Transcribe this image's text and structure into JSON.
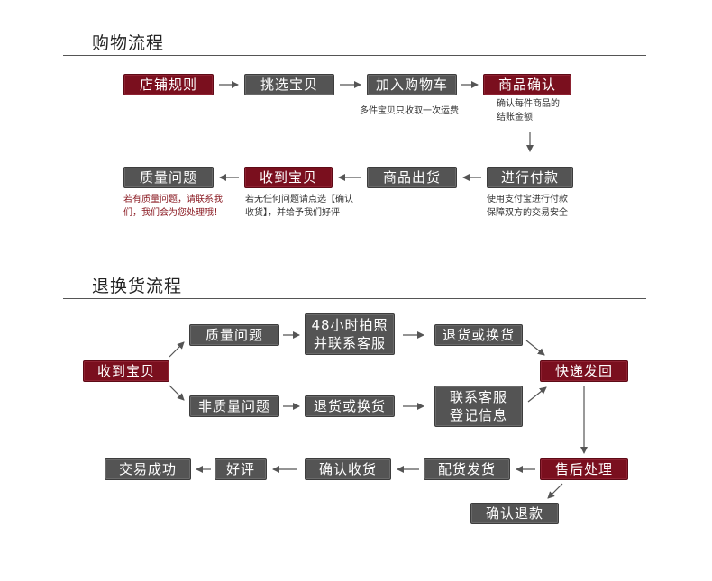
{
  "shopping": {
    "title": "购物流程",
    "boxes": {
      "store_rules": "店铺规则",
      "pick_item": "挑选宝贝",
      "add_cart": "加入购物车",
      "confirm_item": "商品确认",
      "pay": "进行付款",
      "ship": "商品出货",
      "receive": "收到宝贝",
      "quality": "质量问题"
    },
    "notes": {
      "cart_note": "多件宝贝只收取一次运费",
      "confirm_note_1": "确认每件商品的",
      "confirm_note_2": "结账金额",
      "pay_note_1": "使用支付宝进行付款",
      "pay_note_2": "保障双方的交易安全",
      "receive_note_1": "若无任何问题请点选【确认",
      "receive_note_2": "收货】，并给予我们好评",
      "quality_note_1": "若有质量问题，请联系我",
      "quality_note_2": "们，我们会为您处理哦！"
    }
  },
  "returns": {
    "title": "退换货流程",
    "boxes": {
      "receive": "收到宝贝",
      "quality": "质量问题",
      "non_quality": "非质量问题",
      "contact_48_line1": "48小时拍照",
      "contact_48_line2": "并联系客服",
      "return_exchange_1": "退货或换货",
      "return_exchange_2": "退货或换货",
      "contact_line1": "联系客服",
      "contact_line2": "登记信息",
      "express_back": "快递发回",
      "after_sales": "售后处理",
      "confirm_refund": "确认退款",
      "reship": "配货发货",
      "confirm_receipt": "确认收货",
      "good_review": "好评",
      "deal_success": "交易成功"
    }
  },
  "colors": {
    "red_box": "#7a0f1e",
    "grey_box": "#545454",
    "note_red": "#8a1a22",
    "arrow": "#555555"
  }
}
